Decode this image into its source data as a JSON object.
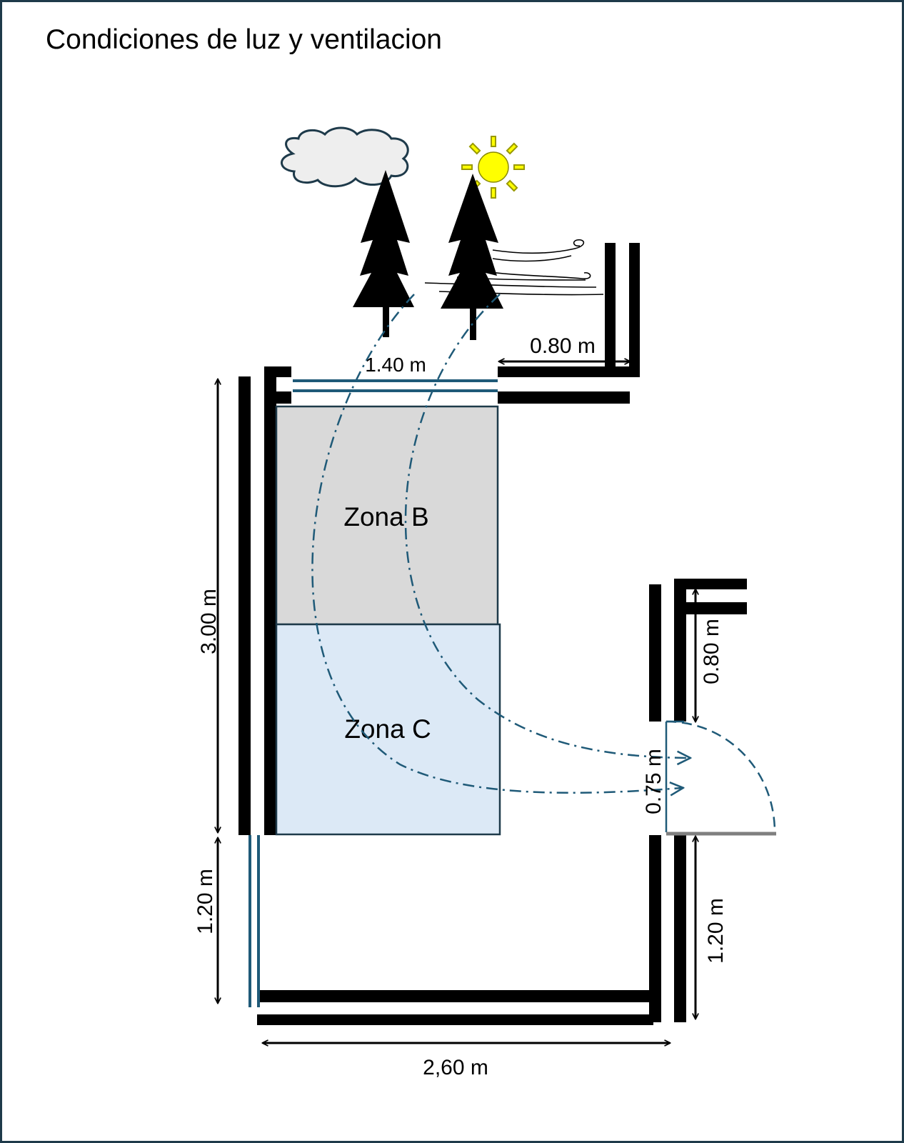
{
  "title": "Condiciones de luz y ventilacion",
  "zones": {
    "b": {
      "label": "Zona B",
      "color": "#d9d9d9"
    },
    "c": {
      "label": "Zona C",
      "color": "#dce9f6"
    }
  },
  "dimensions": {
    "window_top": "1.40 m",
    "wall_top_right": "0.80 m",
    "left_height": "3.00 m",
    "left_lower": "1.20 m",
    "bottom_width": "2,60 m",
    "right_upper": "0.80 m",
    "door": "0.75 m",
    "right_lower": "1.20 m"
  },
  "icons": [
    "cloud-icon",
    "sun-icon",
    "tree-icon",
    "wind-icon",
    "door-swing-icon"
  ],
  "colors": {
    "window": "#1f5a78",
    "airflow": "#1f5a78",
    "wall": "#000000",
    "sun": "#ffff00",
    "cloud": "#eeeeee",
    "border": "#1e3a4a"
  }
}
